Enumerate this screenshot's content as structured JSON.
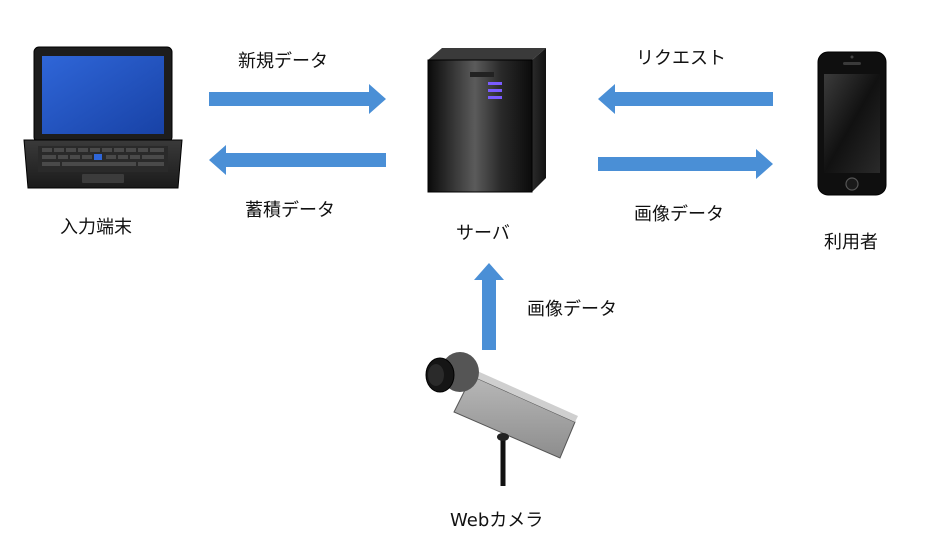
{
  "nodes": {
    "input_terminal": {
      "label": "入力端末",
      "icon": "laptop-icon"
    },
    "server": {
      "label": "サーバ",
      "icon": "server-icon"
    },
    "user": {
      "label": "利用者",
      "icon": "smartphone-icon"
    },
    "webcam": {
      "label": "Webカメラ",
      "icon": "camera-icon"
    }
  },
  "edges": {
    "new_data": {
      "label": "新規データ",
      "from": "入力端末",
      "to": "サーバ"
    },
    "stored_data": {
      "label": "蓄積データ",
      "from": "サーバ",
      "to": "入力端末"
    },
    "request": {
      "label": "リクエスト",
      "from": "利用者",
      "to": "サーバ"
    },
    "image_data_to_user": {
      "label": "画像データ",
      "from": "サーバ",
      "to": "利用者"
    },
    "image_data_from_camera": {
      "label": "画像データ",
      "from": "Webカメラ",
      "to": "サーバ"
    }
  },
  "colors": {
    "arrow": "#4a8fd6",
    "laptop_screen": "#1f4fb5",
    "server_led": "#7a5cff"
  }
}
